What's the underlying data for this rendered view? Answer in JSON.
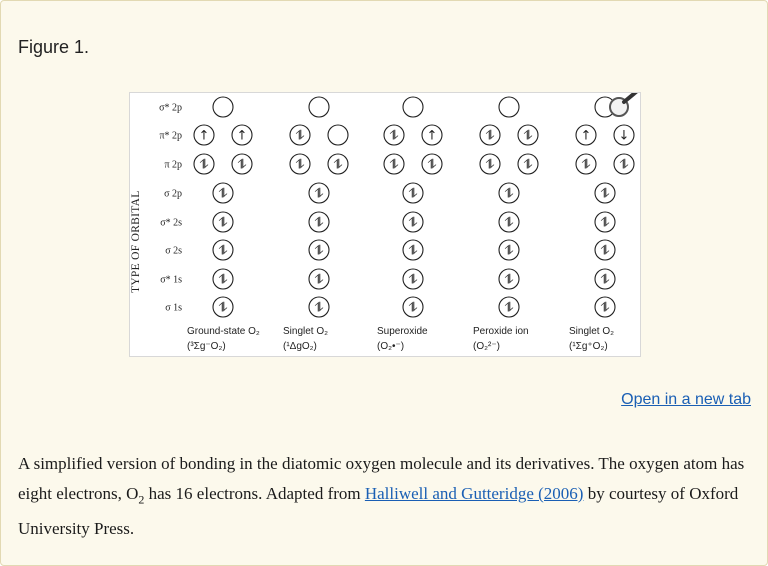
{
  "figure_title": "Figure 1.",
  "diagram": {
    "axis_label": "TYPE OF ORBITAL",
    "orbitals": [
      "σ* 2p",
      "π* 2p",
      "π 2p",
      "σ 2p",
      "σ* 2s",
      "σ 2s",
      "σ* 1s",
      "σ 1s"
    ],
    "columns": [
      {
        "name": "Ground-state O₂",
        "formula": "(³Σg⁻O₂)",
        "occupancy": {
          "sigma_star_2p": "",
          "pi_star_2p": [
            "↑",
            "↑"
          ],
          "pi_2p": [
            "⥮",
            "⥮"
          ],
          "sigma_2p": "⥮",
          "sigma_star_2s": "⥮",
          "sigma_2s": "⥮",
          "sigma_star_1s": "⥮",
          "sigma_1s": "⥮"
        }
      },
      {
        "name": "Singlet O₂",
        "formula": "(¹ΔgO₂)",
        "occupancy": {
          "sigma_star_2p": "",
          "pi_star_2p": [
            "⥮",
            ""
          ],
          "pi_2p": [
            "⥮",
            "⥮"
          ],
          "sigma_2p": "⥮",
          "sigma_star_2s": "⥮",
          "sigma_2s": "⥮",
          "sigma_star_1s": "⥮",
          "sigma_1s": "⥮"
        }
      },
      {
        "name": "Superoxide",
        "formula": "(O₂•⁻)",
        "occupancy": {
          "sigma_star_2p": "",
          "pi_star_2p": [
            "⥮",
            "↑"
          ],
          "pi_2p": [
            "⥮",
            "⥮"
          ],
          "sigma_2p": "⥮",
          "sigma_star_2s": "⥮",
          "sigma_2s": "⥮",
          "sigma_star_1s": "⥮",
          "sigma_1s": "⥮"
        }
      },
      {
        "name": "Peroxide ion",
        "formula": "(O₂²⁻)",
        "occupancy": {
          "sigma_star_2p": "",
          "pi_star_2p": [
            "⥮",
            "⥮"
          ],
          "pi_2p": [
            "⥮",
            "⥮"
          ],
          "sigma_2p": "⥮",
          "sigma_star_2s": "⥮",
          "sigma_2s": "⥮",
          "sigma_star_1s": "⥮",
          "sigma_1s": "⥮"
        }
      },
      {
        "name": "Singlet O₂",
        "formula": "(¹Σg⁺O₂)",
        "occupancy": {
          "sigma_star_2p": "",
          "pi_star_2p": [
            "↑",
            "↓"
          ],
          "pi_2p": [
            "⥮",
            "⥮"
          ],
          "sigma_2p": "⥮",
          "sigma_star_2s": "⥮",
          "sigma_2s": "⥮",
          "sigma_star_1s": "⥮",
          "sigma_1s": "⥮"
        }
      }
    ]
  },
  "open_link": "Open in a new tab",
  "caption": {
    "part1": "A simplified version of bonding in the diatomic oxygen molecule and its derivatives. The oxygen atom has eight electrons, O",
    "sub": "2",
    "part2": " has 16 electrons. Adapted from ",
    "link": "Halliwell and Gutteridge (2006)",
    "part3": " by courtesy of Oxford University Press."
  },
  "icons": {
    "zoom": "magnifier-icon"
  },
  "colors": {
    "panel_bg": "#fcf9ec",
    "link": "#1a5fb4"
  }
}
